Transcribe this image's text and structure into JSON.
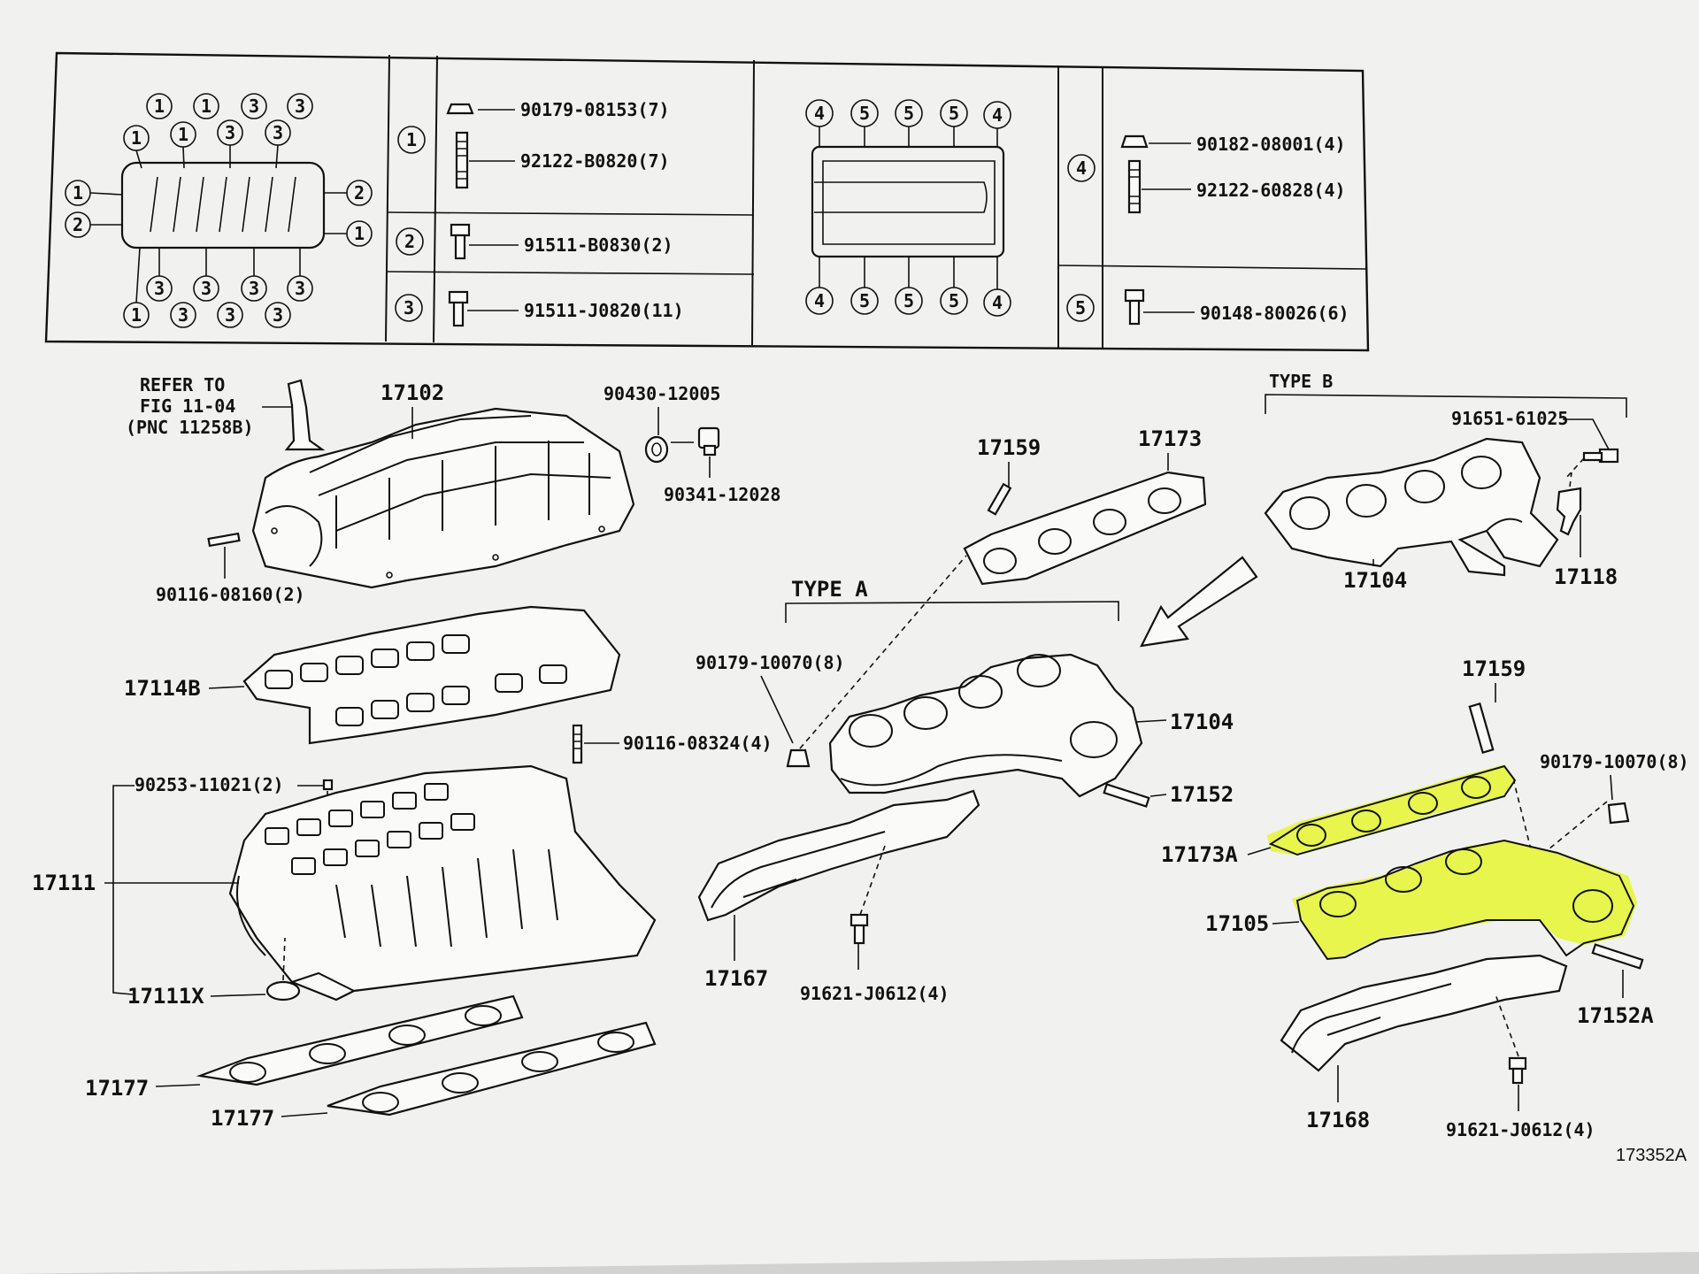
{
  "legend": {
    "groups": [
      {
        "circle": "1",
        "items": [
          {
            "pn": "90179-08153",
            "qty": "(7)"
          },
          {
            "pn": "92122-B0820",
            "qty": "(7)"
          }
        ]
      },
      {
        "circle": "2",
        "items": [
          {
            "pn": "91511-B0830",
            "qty": "(2)"
          }
        ]
      },
      {
        "circle": "3",
        "items": [
          {
            "pn": "91511-J0820",
            "qty": "(11)"
          }
        ]
      },
      {
        "circle": "4",
        "items": [
          {
            "pn": "90182-08001",
            "qty": "(4)"
          },
          {
            "pn": "92122-60828",
            "qty": "(4)"
          }
        ]
      },
      {
        "circle": "5",
        "items": [
          {
            "pn": "90148-80026",
            "qty": "(6)"
          }
        ]
      }
    ]
  },
  "callouts": {
    "refer_line1": "REFER TO",
    "refer_line2": "FIG 11-04",
    "refer_line3": "(PNC 11258B)",
    "p17102": "17102",
    "p90430": "90430-12005",
    "p90341": "90341-12028",
    "p90116a": "90116-08160(2)",
    "p17114b": "17114B",
    "p90116b": "90116-08324(4)",
    "p90253": "90253-11021(2)",
    "p17111": "17111",
    "p17111x": "17111X",
    "p17177a": "17177",
    "p17177b": "17177",
    "p17159a": "17159",
    "p17173": "17173",
    "type_a": "TYPE A",
    "p90179a": "90179-10070(8)",
    "p17104a": "17104",
    "p17152": "17152",
    "p17167": "17167",
    "p91621a": "91621-J0612(4)",
    "type_b": "TYPE B",
    "p91651": "91651-61025",
    "p17104b": "17104",
    "p17118": "17118",
    "p17159b": "17159",
    "p90179b": "90179-10070(8)",
    "p17173a": "17173A",
    "p17105": "17105",
    "p17152a": "17152A",
    "p17168": "17168",
    "p91621b": "91621-J0612(4)",
    "fig_id": "173352A"
  },
  "colors": {
    "highlight": "#e6f53a",
    "ink": "#111111",
    "paper": "#f2f2f0"
  }
}
